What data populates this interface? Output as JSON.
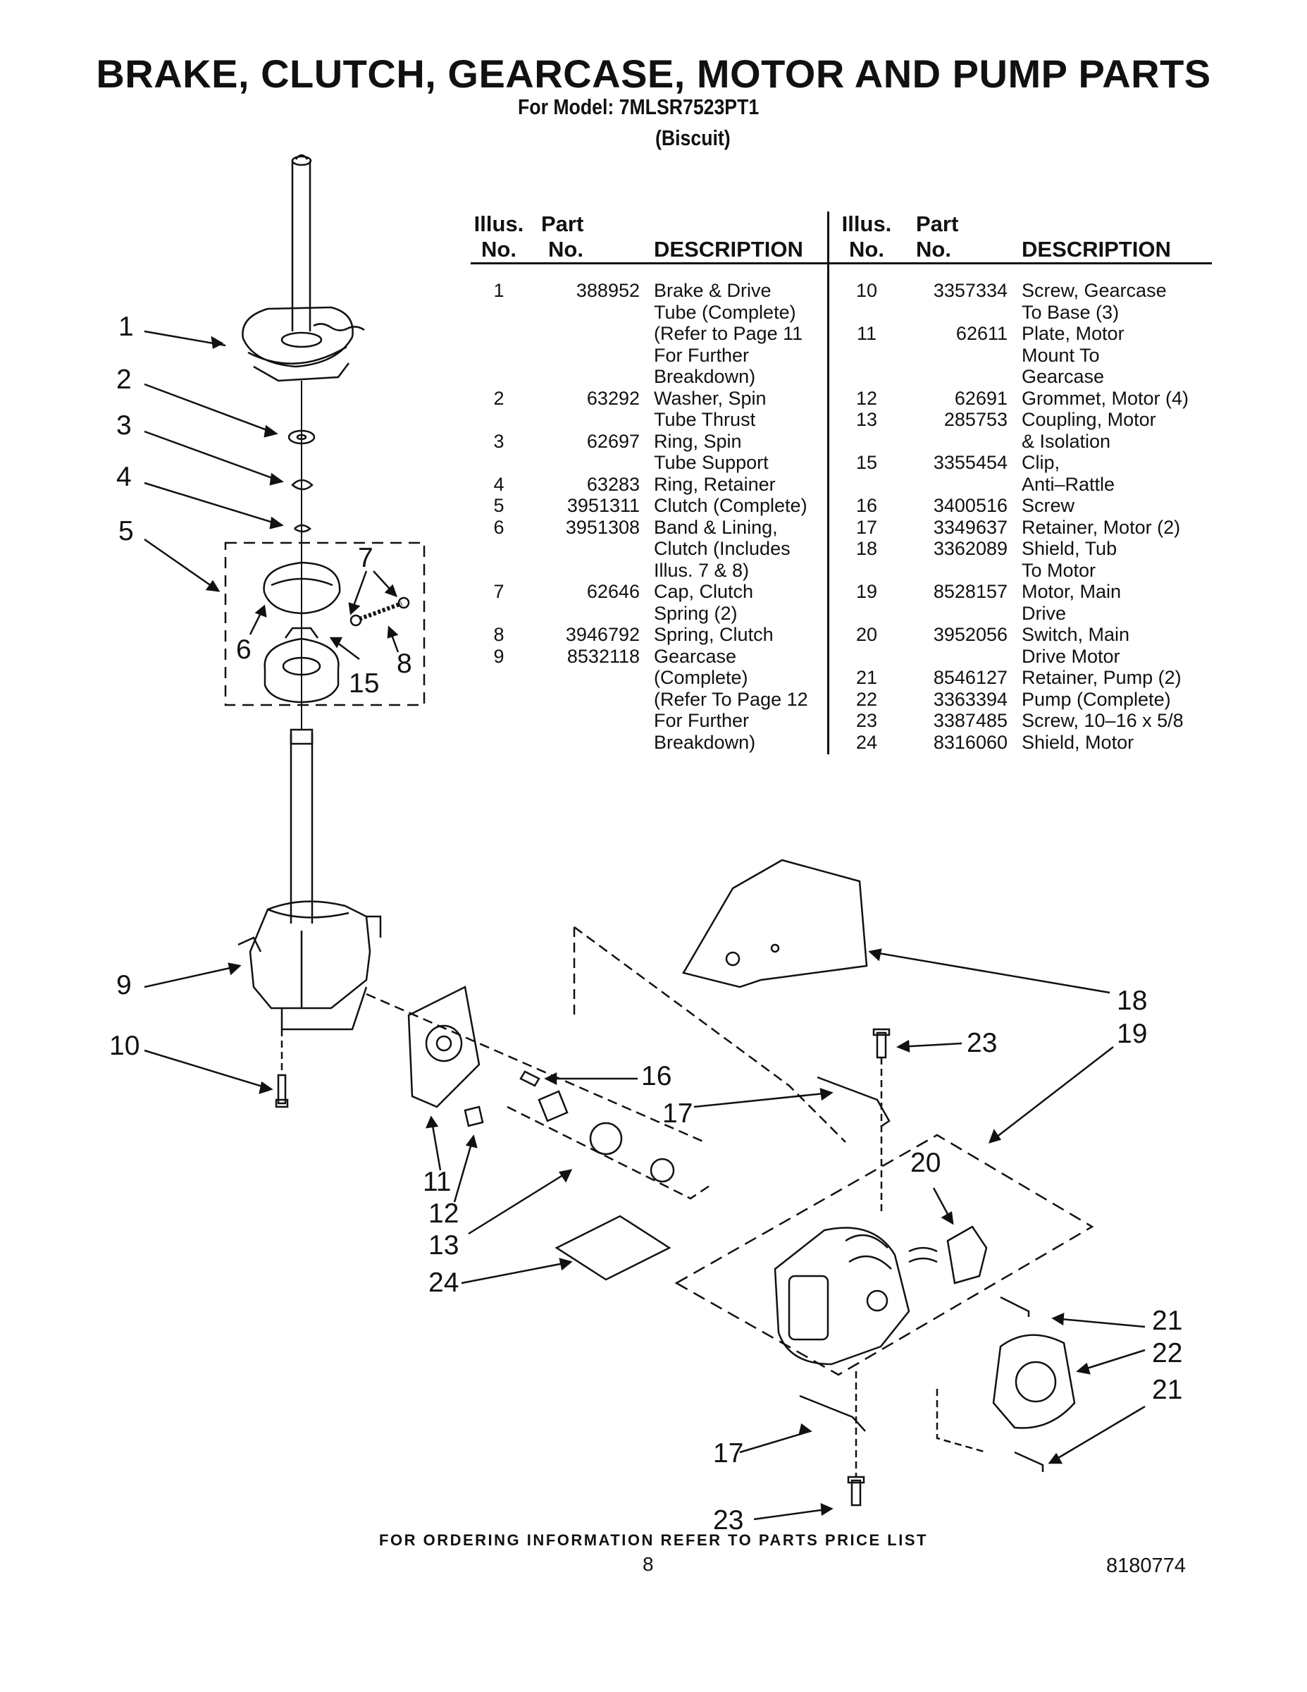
{
  "title": "BRAKE, CLUTCH, GEARCASE, MOTOR AND PUMP PARTS",
  "model_line": "For Model: 7MLSR7523PT1",
  "color_line": "(Biscuit)",
  "table_headers": {
    "illus_top": "Illus.",
    "illus_bottom": "No.",
    "part_top": "Part",
    "part_bottom": "No.",
    "description": "DESCRIPTION"
  },
  "parts_left": [
    {
      "illus": "1",
      "part": "388952",
      "desc": "Brake & Drive\nTube (Complete)\n(Refer to Page 11\nFor Further\nBreakdown)"
    },
    {
      "illus": "2",
      "part": "63292",
      "desc": "Washer, Spin\nTube Thrust"
    },
    {
      "illus": "3",
      "part": "62697",
      "desc": "Ring, Spin\nTube Support"
    },
    {
      "illus": "4",
      "part": "63283",
      "desc": "Ring, Retainer"
    },
    {
      "illus": "5",
      "part": "3951311",
      "desc": "Clutch (Complete)"
    },
    {
      "illus": "6",
      "part": "3951308",
      "desc": "Band & Lining,\nClutch (Includes\nIllus. 7 & 8)"
    },
    {
      "illus": "7",
      "part": "62646",
      "desc": "Cap, Clutch\nSpring (2)"
    },
    {
      "illus": "8",
      "part": "3946792",
      "desc": "Spring, Clutch"
    },
    {
      "illus": "9",
      "part": "8532118",
      "desc": "Gearcase\n(Complete)\n(Refer To Page 12\nFor Further\nBreakdown)"
    }
  ],
  "parts_right": [
    {
      "illus": "10",
      "part": "3357334",
      "desc": "Screw, Gearcase\nTo Base (3)"
    },
    {
      "illus": "11",
      "part": "62611",
      "desc": "Plate, Motor\nMount To\nGearcase"
    },
    {
      "illus": "12",
      "part": "62691",
      "desc": "Grommet, Motor (4)"
    },
    {
      "illus": "13",
      "part": "285753",
      "desc": "Coupling, Motor\n& Isolation"
    },
    {
      "illus": "15",
      "part": "3355454",
      "desc": "Clip,\nAnti–Rattle"
    },
    {
      "illus": "16",
      "part": "3400516",
      "desc": "Screw"
    },
    {
      "illus": "17",
      "part": "3349637",
      "desc": "Retainer, Motor (2)"
    },
    {
      "illus": "18",
      "part": "3362089",
      "desc": "Shield, Tub\nTo Motor"
    },
    {
      "illus": "19",
      "part": "8528157",
      "desc": "Motor, Main\nDrive"
    },
    {
      "illus": "20",
      "part": "3952056",
      "desc": "Switch, Main\nDrive Motor"
    },
    {
      "illus": "21",
      "part": "8546127",
      "desc": "Retainer, Pump (2)"
    },
    {
      "illus": "22",
      "part": "3363394",
      "desc": "Pump (Complete)"
    },
    {
      "illus": "23",
      "part": "3387485",
      "desc": "Screw, 10–16 x 5/8"
    },
    {
      "illus": "24",
      "part": "8316060",
      "desc": "Shield, Motor"
    }
  ],
  "callouts": {
    "c1": "1",
    "c2": "2",
    "c3": "3",
    "c4": "4",
    "c5": "5",
    "c6": "6",
    "c7": "7",
    "c8": "8",
    "c15": "15",
    "c9": "9",
    "c10": "10",
    "c11": "11",
    "c12": "12",
    "c13": "13",
    "c24": "24",
    "c16": "16",
    "c17a": "17",
    "c18": "18",
    "c19": "19",
    "c23a": "23",
    "c20": "20",
    "c21a": "21",
    "c22": "22",
    "c21b": "21",
    "c17b": "17",
    "c23b": "23"
  },
  "footer": "FOR ORDERING INFORMATION REFER TO PARTS PRICE LIST",
  "page_number": "8",
  "document_number": "8180774"
}
